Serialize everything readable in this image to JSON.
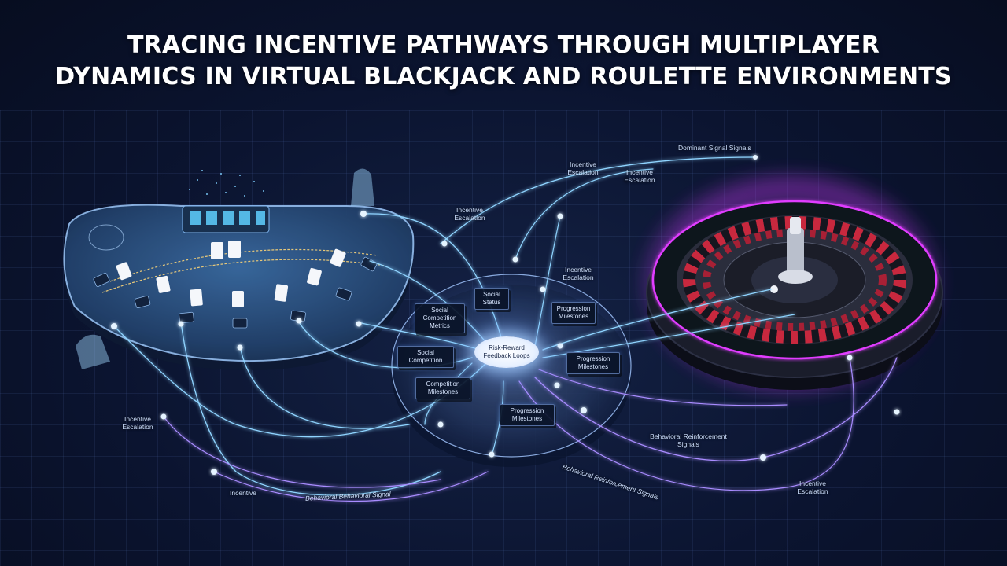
{
  "title": {
    "line1": "TRACING INCENTIVE PATHWAYS THROUGH MULTIPLAYER",
    "line2": "DYNAMICS IN VIRTUAL BLACKJACK AND ROULETTE ENVIRONMENTS"
  },
  "hub": {
    "label": "Risk-Reward Feedback Loops"
  },
  "platform_nodes": [
    {
      "id": "social-competition-metrics",
      "text": "Social Competition Metrics"
    },
    {
      "id": "social-competition",
      "text": "Social Competition"
    },
    {
      "id": "competition-milestones",
      "text": "Competition Milestones"
    },
    {
      "id": "social-status",
      "text": "Social Status"
    },
    {
      "id": "progression-milestones-top",
      "text": "Progression Milestones"
    },
    {
      "id": "progression-milestones-right",
      "text": "Progression Milestones"
    },
    {
      "id": "progression-milestones-bottom",
      "text": "Progression Milestones"
    }
  ],
  "path_labels": [
    {
      "id": "dominant-signal",
      "text": "Dominant Signal Signals"
    },
    {
      "id": "incentive-escalation-top",
      "text": "Incentive Escalation"
    },
    {
      "id": "incentive-escalation-top2",
      "text": "Incentive Escalation"
    },
    {
      "id": "incentive-escalation-mid",
      "text": "Incentive Escalation"
    },
    {
      "id": "incentive-escalation-upper-right",
      "text": "Incentive Escalation"
    },
    {
      "id": "incentive-escalation-left",
      "text": "Incentive Escalation"
    },
    {
      "id": "incentive-bottom-left",
      "text": "Incentive"
    },
    {
      "id": "behavioral-signal-left",
      "text": "Behavioral Behavioral Signal"
    },
    {
      "id": "behavioral-reinforcement-mid",
      "text": "Behavioral Reinforcement Signals"
    },
    {
      "id": "behavioral-reinforcement-right",
      "text": "Behavioral Reinforcement Signals"
    },
    {
      "id": "incentive-escalation-right",
      "text": "Incentive Escalation"
    }
  ],
  "colors": {
    "background": "#0b1430",
    "accent_cyan": "#7fd0ff",
    "path_purple": "#a98cff",
    "roulette_red": "#c8283e",
    "roulette_glow": "#e03cff",
    "table_felt": "#2c4c78"
  }
}
